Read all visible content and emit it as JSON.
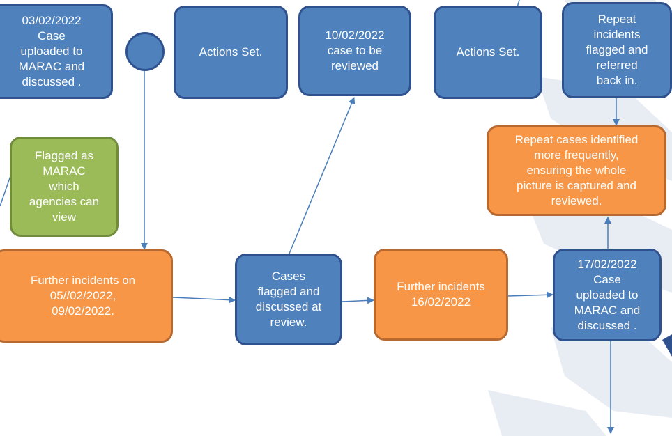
{
  "diagram": {
    "nodes": [
      {
        "id": "case-uploaded-1",
        "text": "03/02/2022\nCase\nuploaded to\nMARAC and\ndiscussed .",
        "color": "blue"
      },
      {
        "id": "start-circle",
        "text": "",
        "color": "blue"
      },
      {
        "id": "actions-set-1",
        "text": "Actions Set.",
        "color": "blue"
      },
      {
        "id": "case-review",
        "text": "10/02/2022\ncase to be\nreviewed",
        "color": "blue"
      },
      {
        "id": "actions-set-2",
        "text": "Actions Set.",
        "color": "blue"
      },
      {
        "id": "repeat-flagged",
        "text": "Repeat\nincidents\nflagged and\nreferred\nback in.",
        "color": "blue"
      },
      {
        "id": "flagged-marac",
        "text": "Flagged as\nMARAC\nwhich\nagencies can\nview",
        "color": "green"
      },
      {
        "id": "repeat-identified",
        "text": "Repeat cases identified\nmore frequently,\nensuring the whole\npicture is captured and\nreviewed.",
        "color": "orange"
      },
      {
        "id": "further-incidents-1",
        "text": "Further incidents on\n05//02/2022,\n09/02/2022.",
        "color": "orange"
      },
      {
        "id": "cases-flagged",
        "text": "Cases\nflagged and\ndiscussed at\nreview.",
        "color": "blue"
      },
      {
        "id": "further-incidents-2",
        "text": "Further incidents\n16/02/2022",
        "color": "orange"
      },
      {
        "id": "case-uploaded-2",
        "text": "17/02/2022\nCase\nuploaded to\nMARAC and\ndiscussed .",
        "color": "blue"
      }
    ],
    "edges": [
      {
        "from": "start-circle",
        "to": "further-incidents-1"
      },
      {
        "from": "further-incidents-1",
        "to": "cases-flagged"
      },
      {
        "from": "cases-flagged",
        "to": "case-review"
      },
      {
        "from": "cases-flagged",
        "to": "further-incidents-2"
      },
      {
        "from": "further-incidents-2",
        "to": "case-uploaded-2"
      },
      {
        "from": "case-uploaded-2",
        "to": "repeat-identified"
      },
      {
        "from": "repeat-flagged",
        "to": "repeat-identified"
      },
      {
        "from": "case-uploaded-2",
        "to": "off-page-below"
      }
    ]
  },
  "colors": {
    "blue_fill": "#4f81bd",
    "blue_border": "#2f528f",
    "orange_fill": "#f79646",
    "orange_border": "#b7692f",
    "green_fill": "#9bbb59",
    "green_border": "#718c3b",
    "connector": "#4a7ebb",
    "watermark": "#e8ecf3"
  }
}
